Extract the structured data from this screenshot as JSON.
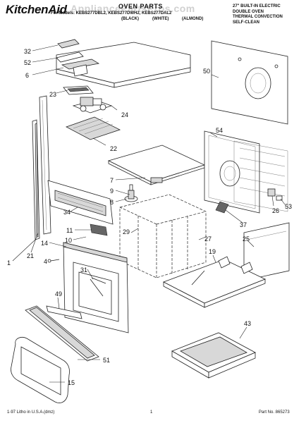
{
  "header": {
    "brand": "KitchenAid",
    "watermark": "AppliancePartsPros.com",
    "section_title": "OVEN PARTS",
    "model_line": "For Models: KEBS277DBL2, KEBS277DWH2, KEBS277DAL2",
    "colors": [
      "(BLACK)",
      "(WHITE)",
      "(ALMOND)"
    ],
    "description": [
      "27\" BUILT-IN ELECTRIC",
      "DOUBLE OVEN",
      "THERMAL CONVECTION",
      "SELF-CLEAN"
    ]
  },
  "callouts": {
    "c32": "32",
    "c52": "52",
    "c6": "6",
    "c23": "23",
    "c24": "24",
    "c22": "22",
    "c7": "7",
    "c9": "9",
    "c8": "8",
    "c34": "34",
    "c11": "11",
    "c29": "29",
    "c10": "10",
    "c14": "14",
    "c4": "4",
    "c31": "31",
    "c49": "49",
    "c51": "51",
    "c15": "15",
    "c21": "21",
    "c1": "1",
    "c50": "50",
    "c54": "54",
    "c26": "26",
    "c53": "53",
    "c37": "37",
    "c25": "25",
    "c27": "27",
    "c19": "19",
    "c43": "43"
  },
  "footer": {
    "left": "1-97 Litho in U.S.A.(dmz)",
    "center": "1",
    "right": "Part No. 865273"
  }
}
